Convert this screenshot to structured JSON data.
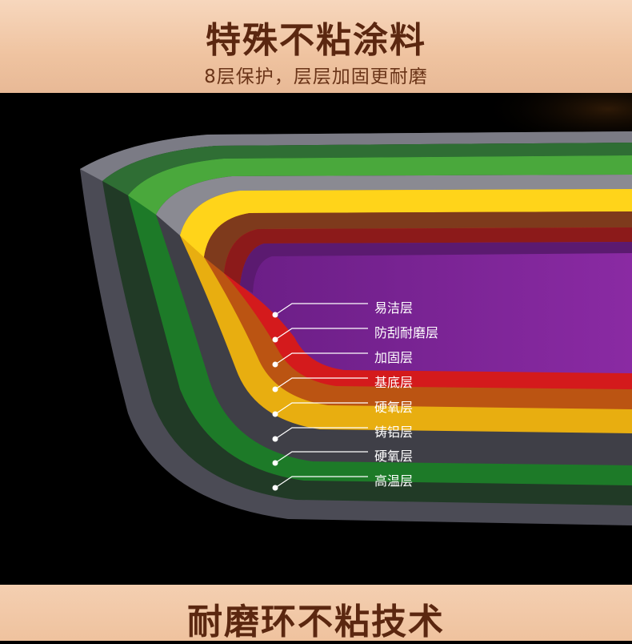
{
  "header": {
    "title": "特殊不粘涂料",
    "subtitle": "8层保护，层层加固更耐磨"
  },
  "layers": [
    {
      "label": "易洁层",
      "color": "#7a2594"
    },
    {
      "label": "防刮耐磨层",
      "color": "#d21d1f"
    },
    {
      "label": "加固层",
      "color": "#b65315"
    },
    {
      "label": "基底层",
      "color": "#e2aa0e"
    },
    {
      "label": "硬氧层",
      "color": "#505058"
    },
    {
      "label": "铸铝层",
      "color": "#1c7a27"
    },
    {
      "label": "硬氧层",
      "color": "#2a4a2e"
    },
    {
      "label": "高温层",
      "color": "#4a4a55"
    }
  ],
  "footer": {
    "title": "耐磨环不粘技术"
  }
}
